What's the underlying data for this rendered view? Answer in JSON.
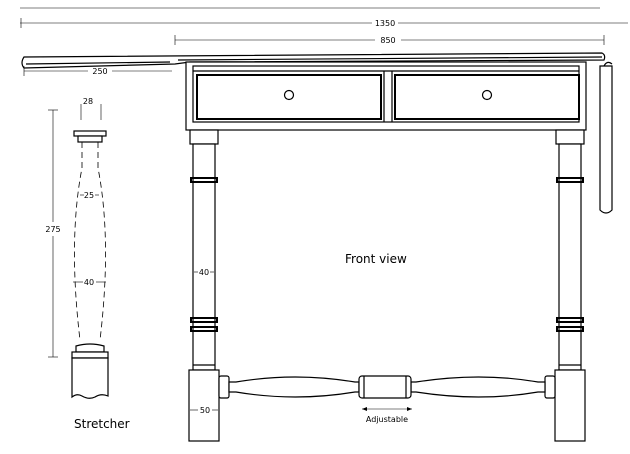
{
  "labels": {
    "front_view": "Front view",
    "stretcher": "Stretcher",
    "adjustable": "Adjustable"
  },
  "dimensions": {
    "overall_width": "1350",
    "top_width": "850",
    "leaf_width": "250",
    "stretcher_top_dia": "28",
    "stretcher_length": "275",
    "stretcher_neck_dia": "25",
    "stretcher_mid_dia": "40",
    "leg_dia": "40",
    "foot_width": "50"
  }
}
